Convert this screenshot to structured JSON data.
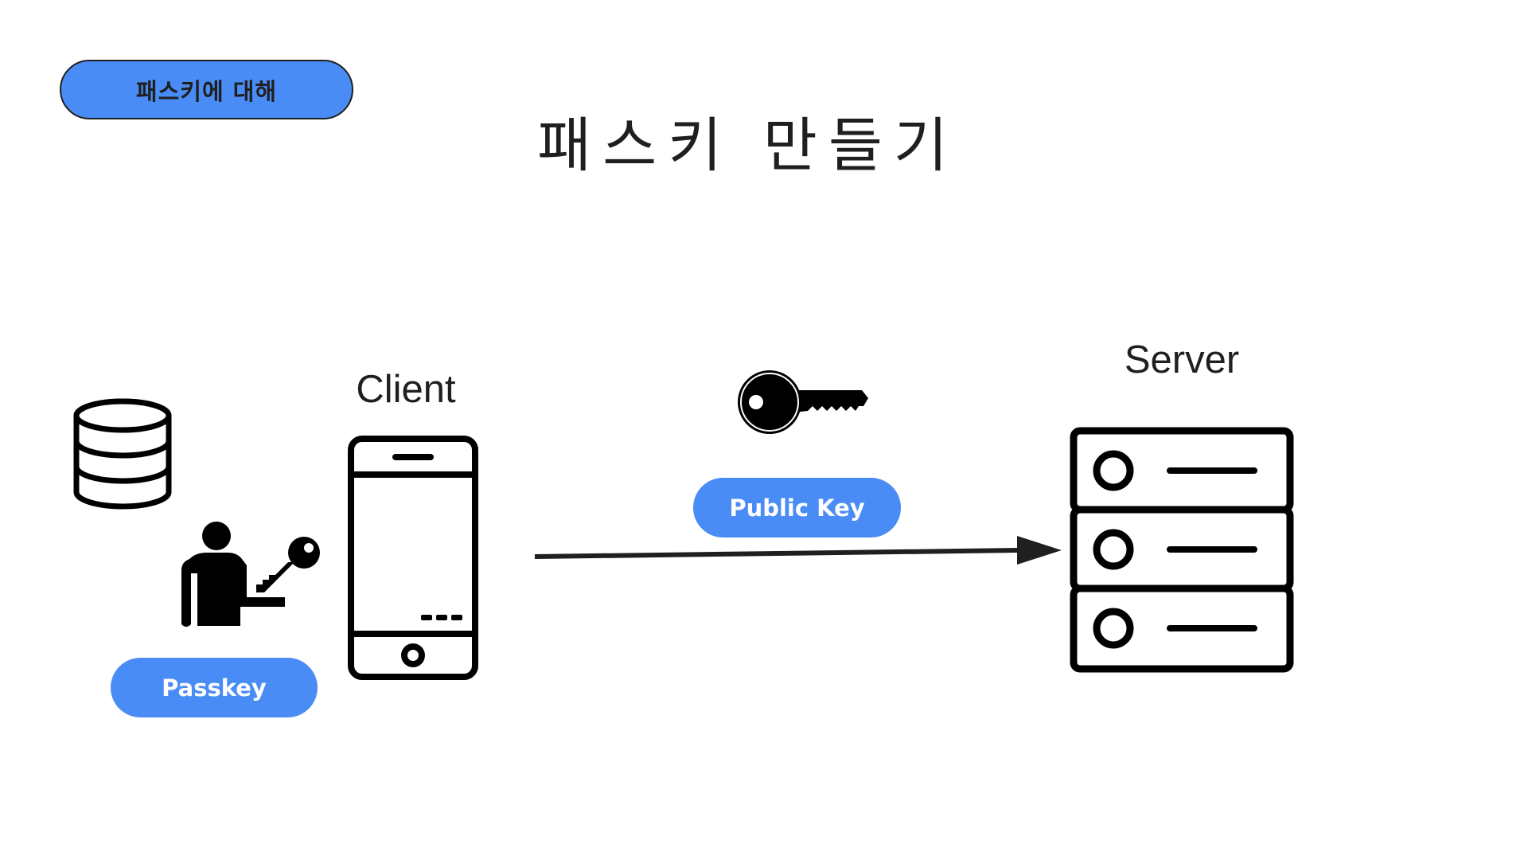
{
  "section_tag": "패스키에 대해",
  "title": "패스키 만들기",
  "nodes": {
    "client": {
      "label": "Client"
    },
    "server": {
      "label": "Server"
    }
  },
  "pills": {
    "passkey": "Passkey",
    "public_key": "Public Key"
  },
  "icons": {
    "database": "database-icon",
    "person_with_key": "person-with-key-icon",
    "phone": "smartphone-icon",
    "key": "key-icon",
    "server": "server-rack-icon",
    "arrow": "arrow-right"
  },
  "colors": {
    "accent": "#4a8cf5",
    "ink": "#1f1f1f",
    "background": "#ffffff"
  }
}
